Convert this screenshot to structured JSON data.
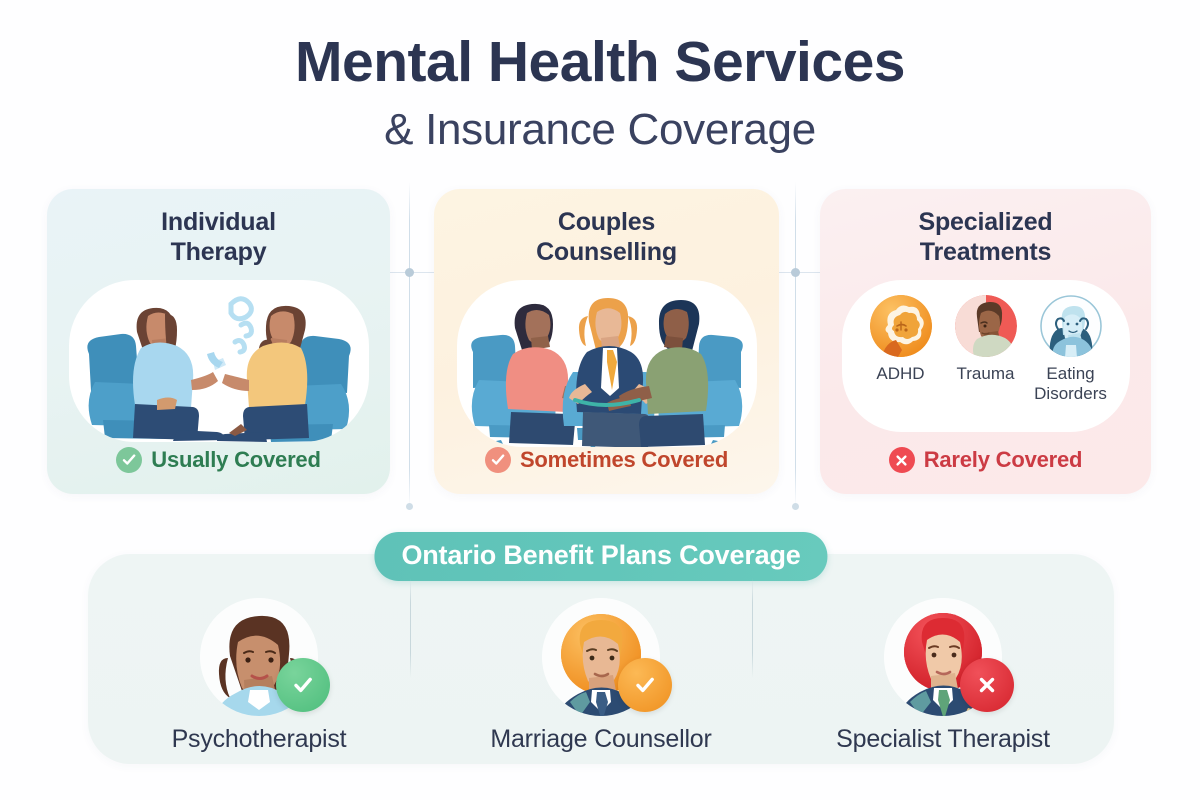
{
  "title": {
    "main": "Mental Health Services",
    "sub": "& Insurance Coverage"
  },
  "colors": {
    "page_background": "#fefeff",
    "title_text": "#2c3552",
    "accent_teal": "#5fc2b8",
    "status_green": "#2e7d52",
    "status_orange": "#c0462c",
    "status_red": "#cc3b44",
    "card1_background": "#e9f3f7",
    "card2_background": "#fdf4e2",
    "card3_background": "#fbf0f1",
    "bottom_panel_background": "#eef5f4"
  },
  "cards": [
    {
      "title_line1": "Individual",
      "title_line2": "Therapy",
      "illustration": "two-women-therapy-session-illustration",
      "status_label": "Usually Covered",
      "status_icon": "check-circle-icon",
      "status_tone": "green"
    },
    {
      "title_line1": "Couples",
      "title_line2": "Counselling",
      "illustration": "three-people-couples-counselling-illustration",
      "status_label": "Sometimes Covered",
      "status_icon": "check-circle-icon",
      "status_tone": "orange"
    },
    {
      "title_line1": "Specialized",
      "title_line2": "Treatments",
      "illustration": "specialized-treatment-icons",
      "status_label": "Rarely Covered",
      "status_icon": "x-circle-icon",
      "status_tone": "red",
      "treatments": [
        {
          "label": "ADHD",
          "icon": "adhd-brain-avatar-icon",
          "color": "#f59a28"
        },
        {
          "label": "Trauma",
          "icon": "trauma-person-avatar-icon",
          "color": "#ef5a55"
        },
        {
          "label": "Eating Disorders",
          "icon": "eating-disorder-person-avatar-icon",
          "color": "#8fc4d8"
        }
      ]
    }
  ],
  "bottom": {
    "pill_label": "Ontario Benefit Plans Coverage",
    "professionals": [
      {
        "label": "Psychotherapist",
        "avatar": "female-psychotherapist-avatar",
        "status_icon": "check-mark-icon",
        "status_color": "#5ec787"
      },
      {
        "label": "Marriage Counsellor",
        "avatar": "male-marriage-counsellor-avatar",
        "status_icon": "check-mark-icon",
        "status_color": "#f59a28"
      },
      {
        "label": "Specialist Therapist",
        "avatar": "red-haired-specialist-therapist-avatar",
        "status_icon": "x-mark-icon",
        "status_color": "#e8383f"
      }
    ]
  }
}
